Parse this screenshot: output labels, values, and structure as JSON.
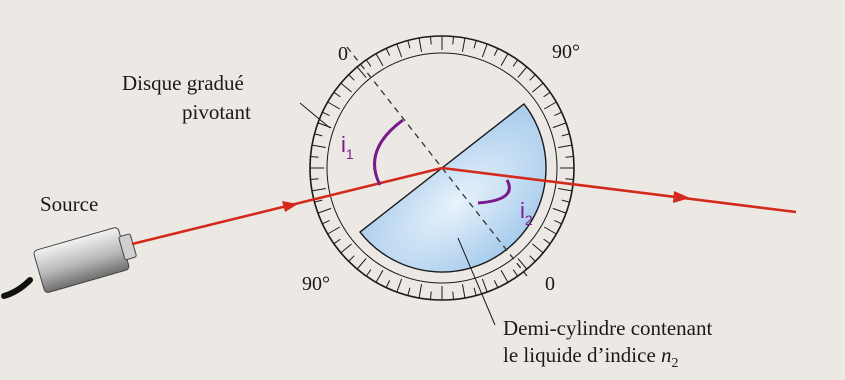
{
  "labels": {
    "disk_line1": "Disque gradué",
    "disk_line2": "pivotant",
    "source": "Source",
    "cyl_line1": "Demi-cylindre contenant",
    "cyl_line2_prefix": "le liquide d’indice ",
    "cyl_line2_n": "n",
    "cyl_line2_sub": "2"
  },
  "scale": {
    "top_left": "0",
    "top_right": "90°",
    "bottom_left": "90°",
    "bottom_right": "0"
  },
  "angles": {
    "i1_letter": "i",
    "i1_sub": "1",
    "i2_letter": "i",
    "i2_sub": "2"
  },
  "colors": {
    "paper": "#ece8e3",
    "beam": "#d42a1c",
    "angle_mark": "#7a1a8c",
    "liquid_light": "#d7e8f7",
    "liquid_dark": "#8fbce6",
    "ink": "#1a1a1a"
  }
}
